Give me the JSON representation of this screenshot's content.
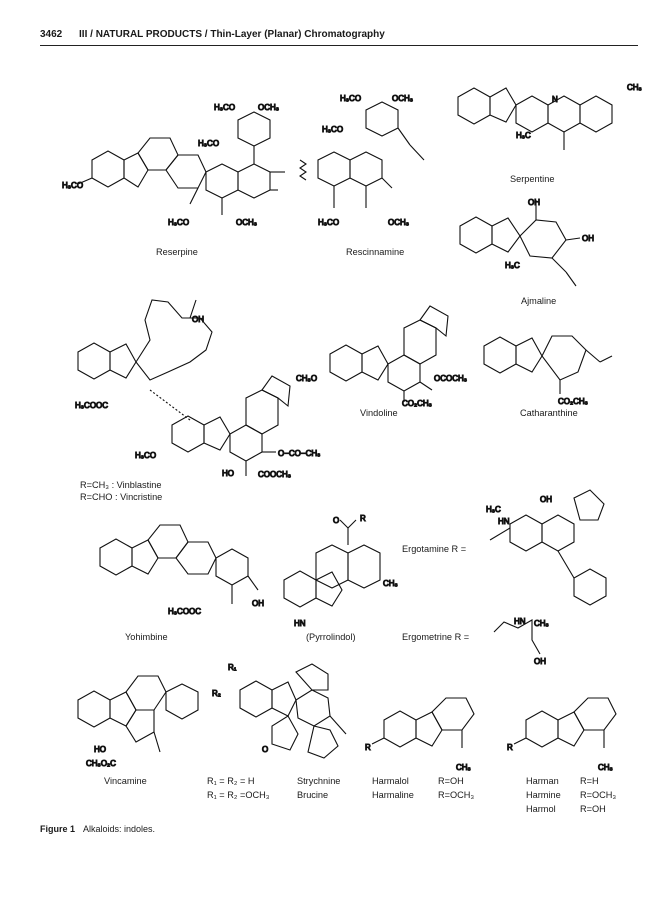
{
  "header": {
    "page_number": "3462",
    "running_title": "III / NATURAL PRODUCTS / Thin-Layer (Planar) Chromatography"
  },
  "labels": {
    "reserpine": "Reserpine",
    "rescinnamine": "Rescinnamine",
    "serpentine": "Serpentine",
    "ajmaline": "Ajmaline",
    "vindoline": "Vindoline",
    "catharanthine": "Catharanthine",
    "vinblastine": "R=CH₃ : Vinblastine",
    "vincristine": "R=CHO : Vincristine",
    "yohimbine": "Yohimbine",
    "pyrrolindol": "(Pyrrolindol)",
    "ergotamine": "Ergotamine R =",
    "ergometrine": "Ergometrine R =",
    "vincamine": "Vincamine",
    "strychnine_sub": "R₁ = R₂ = H",
    "brucine_sub": "R₁ = R₂ =OCH₃",
    "strychnine": "Strychnine",
    "brucine": "Brucine",
    "harmalol": "Harmalol",
    "harmaline": "Harmaline",
    "harmalol_r": "R=OH",
    "harmaline_r": "R=OCH₃",
    "harman": "Harman",
    "harmine": "Harmine",
    "harmol": "Harmol",
    "harman_r": "R=H",
    "harmine_r": "R=OCH₃",
    "harmol_r": "R=OH"
  },
  "atoms": {
    "h3co": "H₃CO",
    "och3": "OCH₃",
    "oh": "OH",
    "nh": "N",
    "h": "H",
    "o": "O",
    "r": "R",
    "r1": "R₁",
    "r2": "R₂",
    "ch3": "CH₃",
    "n": "N",
    "co2ch3": "CO₂CH₃",
    "h3cooc": "H₃COOC",
    "coch3": "O−CO−CH₃",
    "cooch3": "COOCH₃",
    "ococh3": "OCOCH₃",
    "h3cn": "H₃C",
    "hn": "HN",
    "ch3o2c": "CH₃O₂C",
    "ch3o": "CH₃O",
    "ho": "HO"
  },
  "caption": {
    "label": "Figure 1",
    "text": "Alkaloids: indoles."
  }
}
